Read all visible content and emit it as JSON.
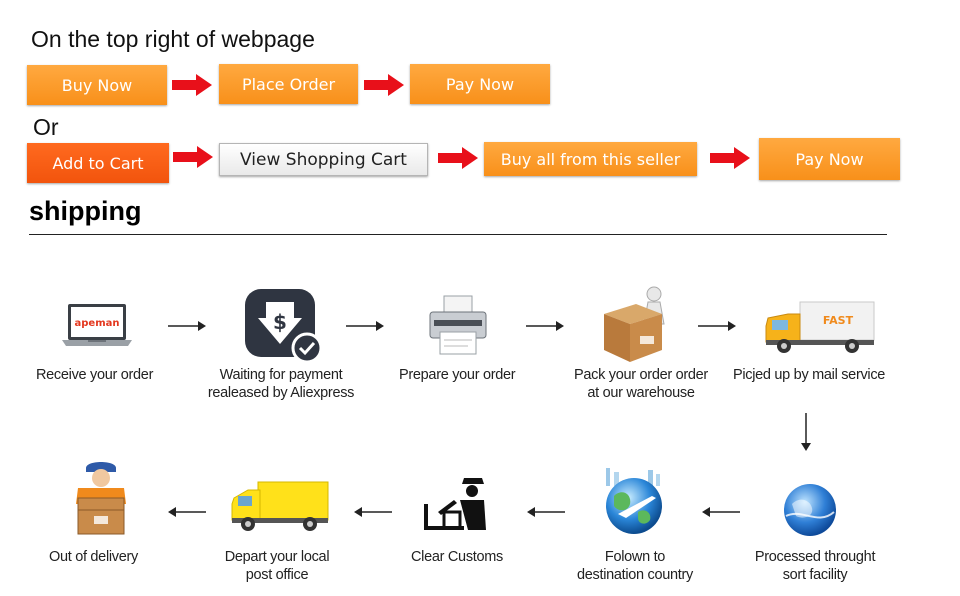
{
  "purchase": {
    "heading": "On the top right of webpage",
    "or_label": "Or",
    "flow1": {
      "buy_now": "Buy Now",
      "place_order": "Place Order",
      "pay_now": "Pay Now"
    },
    "flow2": {
      "add_to_cart": "Add to Cart",
      "view_cart": "View Shopping Cart",
      "buy_all": "Buy all from this seller",
      "pay_now": "Pay Now"
    }
  },
  "shipping": {
    "title": "shipping",
    "laptop_brand": "apeman",
    "truck_brand": "FAST",
    "steps": [
      {
        "label_line1": "Receive your order",
        "label_line2": "",
        "icon": "laptop-icon"
      },
      {
        "label_line1": "Waiting for payment",
        "label_line2": "realeased by Aliexpress",
        "icon": "payment-icon"
      },
      {
        "label_line1": "Prepare your order",
        "label_line2": "",
        "icon": "printer-icon"
      },
      {
        "label_line1": "Pack your order order",
        "label_line2": "at our warehouse",
        "icon": "package-icon"
      },
      {
        "label_line1": "Picjed up by mail service",
        "label_line2": "",
        "icon": "fast-truck-icon"
      },
      {
        "label_line1": "Processed throught",
        "label_line2": "sort facility",
        "icon": "globe-icon"
      },
      {
        "label_line1": "Folown to",
        "label_line2": "destination country",
        "icon": "plane-globe-icon"
      },
      {
        "label_line1": "Clear Customs",
        "label_line2": "",
        "icon": "customs-icon"
      },
      {
        "label_line1": "Depart your local",
        "label_line2": "post office",
        "icon": "yellow-van-icon"
      },
      {
        "label_line1": "Out of delivery",
        "label_line2": "",
        "icon": "delivery-box-icon"
      }
    ]
  },
  "colors": {
    "button_orange": "#f8901a",
    "button_red": "#f2540d",
    "arrow_red": "#e8101a",
    "text": "#222222"
  }
}
